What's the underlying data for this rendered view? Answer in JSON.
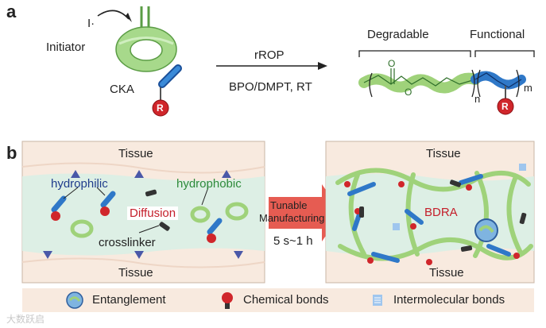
{
  "panel_a": {
    "letter": "a",
    "initiator_symbol": "I·",
    "initiator_label": "Initiator",
    "cka_label": "CKA",
    "r_group": "R",
    "arrow_top": "rROP",
    "arrow_bottom": "BPO/DMPT, RT",
    "degradable_label": "Degradable",
    "functional_label": "Functional",
    "carbonyl_o": "O",
    "ester_o": "O",
    "sub_n": "n",
    "sub_m": "m"
  },
  "panel_b": {
    "letter": "b",
    "tissue_top_left": "Tissue",
    "tissue_bottom_left": "Tissue",
    "hydrophilic": "hydrophilic",
    "hydrophobic": "hydrophobic",
    "diffusion": "Diffusion",
    "crosslinker": "crosslinker",
    "arrow_line1": "Tunable",
    "arrow_line2": "Manufacturing",
    "arrow_time": "5 s~1 h",
    "tissue_top_right": "Tissue",
    "tissue_bottom_right": "Tissue",
    "bdra": "BDRA"
  },
  "legend": {
    "entanglement": "Entanglement",
    "chemical_bonds": "Chemical bonds",
    "intermolecular_bonds": "Intermolecular bonds"
  },
  "colors": {
    "ring_green": "#9fd27a",
    "chain_blue": "#2f78c8",
    "r_red": "#d0262b",
    "label_blue": "#1f3c8c",
    "label_green": "#2e8a3a",
    "diffusion_red": "#c41e2a",
    "tissue_bg": "#f8eadf",
    "gel_bg": "#d9efe6"
  },
  "watermark": "大数跃启"
}
